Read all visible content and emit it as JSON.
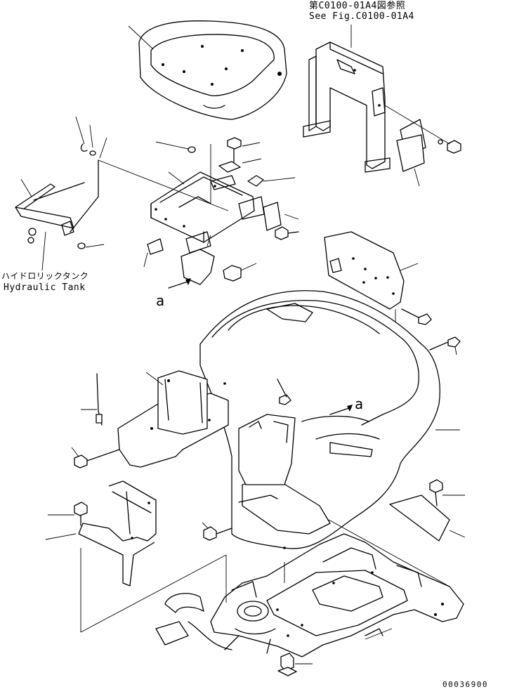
{
  "references": {
    "see_fig_jp": "第C0100-01A4図参照",
    "see_fig_en": "See Fig.C0100-01A4"
  },
  "callouts": {
    "hydraulic_tank_jp": "ハイドロリックタンク",
    "hydraulic_tank_en": "Hydraulic Tank",
    "view_arrow_left": "a",
    "view_arrow_right": "a"
  },
  "drawing_number": "00036900",
  "colors": {
    "line": "#000000",
    "background": "#ffffff"
  }
}
